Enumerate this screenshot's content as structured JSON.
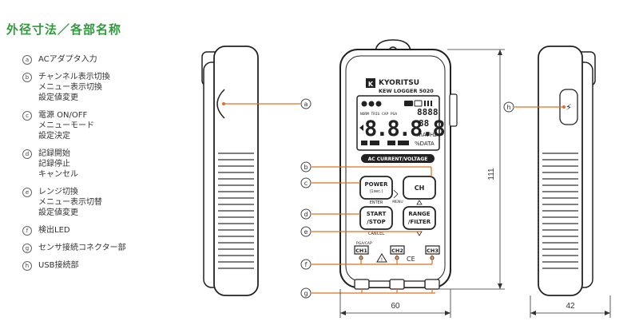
{
  "title": "外径寸法／各部名称",
  "legend": [
    {
      "mark": "a",
      "lines": [
        "ACアダプタ入力"
      ]
    },
    {
      "mark": "b",
      "lines": [
        "チャンネル表示切換",
        "メニュー表示切換",
        "設定値変更"
      ]
    },
    {
      "mark": "c",
      "lines": [
        "電源 ON/OFF",
        "メニューモード",
        "設定決定"
      ]
    },
    {
      "mark": "d",
      "lines": [
        "記録開始",
        "記録停止",
        "キャンセル"
      ]
    },
    {
      "mark": "e",
      "lines": [
        "レンジ切換",
        "メニュー表示切替",
        "設定値変更"
      ]
    },
    {
      "mark": "f",
      "lines": [
        "検出LED"
      ]
    },
    {
      "mark": "g",
      "lines": [
        "センサ接続コネクター部"
      ]
    },
    {
      "mark": "h",
      "lines": [
        "USB接続部"
      ]
    }
  ],
  "device": {
    "brand": "KYORITSU",
    "model": "KEW LOGGER 5020",
    "band_label": "AC CURRENT/VOLTAGE",
    "lcd_digits": "8.8.8.8",
    "lcd_small_digits": "88",
    "lcd_units": "mAVHz",
    "lcd_bottom": "%DATA",
    "lcd_top_row": "NORM TRIG CAP PGA",
    "buttons": {
      "power_label": "POWER",
      "power_sub": "(1sec.)",
      "power_under": "ENTER",
      "ch_label": "CH",
      "menu_label": "MENU",
      "start_label": "START",
      "start_label2": "/STOP",
      "start_under": "CANCEL",
      "range_label": "RANGE",
      "range_label2": "/FILTER"
    },
    "channels": [
      "CH1",
      "CH2",
      "CH3"
    ],
    "ch1_top": "PGA/CAP",
    "ce_mark": "CE"
  },
  "callouts": {
    "a": "a",
    "b": "b",
    "c": "c",
    "d": "d",
    "e": "e",
    "f": "f",
    "g": "g",
    "h": "h"
  },
  "dimensions": {
    "height": "111",
    "width": "60",
    "depth": "42"
  },
  "colors": {
    "callout": "#e07020",
    "title": "#2e9a3c"
  }
}
